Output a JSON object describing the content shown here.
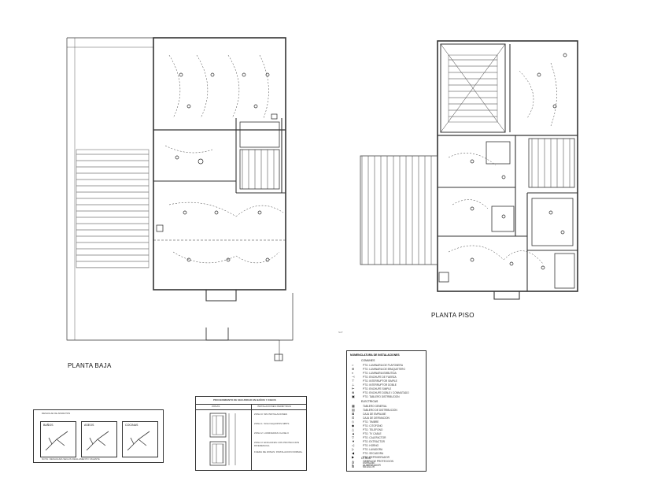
{
  "plans": {
    "ground": {
      "title": "PLANTA BAJA"
    },
    "upper": {
      "title": "PLANTA PISO"
    }
  },
  "stray_text": {
    "scribble": "NAT"
  },
  "legend": {
    "title": "NOMENCLATURA DE INSTALACIONES",
    "section_a": "COMUNES",
    "rows_a": [
      {
        "sym": "○",
        "text": "PTO. LUMINARIA DE PLAFONERA"
      },
      {
        "sym": "⊕",
        "text": "PTO. LUMINARIA DE BRAQUETERO"
      },
      {
        "sym": "◐",
        "text": "PTO. LUMINARIA EMBUTIDA"
      },
      {
        "sym": "⊣",
        "text": "PTO. ENCHUFE DE FUERZA"
      },
      {
        "sym": "⊤",
        "text": "PTO. INTERRUPTOR SIMPLE"
      },
      {
        "sym": "⊥",
        "text": "PTO. INTERRUPTOR DOBLE"
      },
      {
        "sym": "⊢",
        "text": "PTO. ENCHUFE SIMPLE"
      },
      {
        "sym": "⊗",
        "text": "PTO. ENCHUFE DOBLE / CONMUTADO"
      },
      {
        "sym": "▣",
        "text": "PTO. TABLERO DISTRIBUCION"
      }
    ],
    "section_b": "ELECTRICAS",
    "rows_b": [
      {
        "sym": "▦",
        "text": "TABLERO GENERAL"
      },
      {
        "sym": "▤",
        "text": "TABLERO DE DISTRIBUCION"
      },
      {
        "sym": "⊠",
        "text": "CAJA DE EMPALME"
      },
      {
        "sym": "⊡",
        "text": "CAJA DE DERIVACION"
      },
      {
        "sym": "◇",
        "text": "PTO. TIMBRE"
      },
      {
        "sym": "◆",
        "text": "PTO. CITOFONO"
      },
      {
        "sym": "△",
        "text": "PTO. TELEFONO"
      },
      {
        "sym": "▲",
        "text": "PTO. TV CABLE"
      },
      {
        "sym": "▽",
        "text": "PTO. CALEFACTOR"
      },
      {
        "sym": "▼",
        "text": "PTO. EXTRACTOR"
      },
      {
        "sym": "◁",
        "text": "PTO. HORNO"
      },
      {
        "sym": "▷",
        "text": "PTO. LAVADORA"
      },
      {
        "sym": "◀",
        "text": "PTO. SECADORA"
      },
      {
        "sym": "▶",
        "text": "PTO. REFRIGERADOR"
      },
      {
        "sym": "⊥",
        "text": "TIERRA DE PROTECCION"
      },
      {
        "sym": "≡",
        "text": "ALIMENTADOR"
      }
    ],
    "section_c": "OTROS",
    "rows_c": [
      {
        "sym": "⊘",
        "text": "EMPALME"
      },
      {
        "sym": "⊞",
        "text": "MEDIDOR"
      }
    ]
  },
  "safety_box": {
    "title": "PROCEDIMIENTO DE SEGURIDAD EN BAÑOS Y ASEOS",
    "col1": "ZONAS",
    "col2": "INSTALACIONES PERMITIDAS",
    "notes": [
      "ZONA 0: SIN INSTALACIONES",
      "ZONA 1: SOLO EQUIPOS MBTS",
      "ZONA 2: LUMINARIAS CLASE II",
      "ZONA 3: ENCHUFES CON PROTECCION DIFERENCIAL",
      "FUERA DE ZONAS: INSTALACION NORMAL"
    ]
  },
  "drain_box": {
    "title": "DESAGUE DE APARATOS",
    "details": [
      {
        "caption": "BAÑOS"
      },
      {
        "caption": "ASEOS"
      },
      {
        "caption": "COCINAS"
      }
    ],
    "footer": "NOTA: DESAGUES SEGUN REGLAMENTO VIGENTE"
  },
  "colors": {
    "line": "#333333",
    "paper": "#ffffff",
    "hatch": "#555555"
  }
}
